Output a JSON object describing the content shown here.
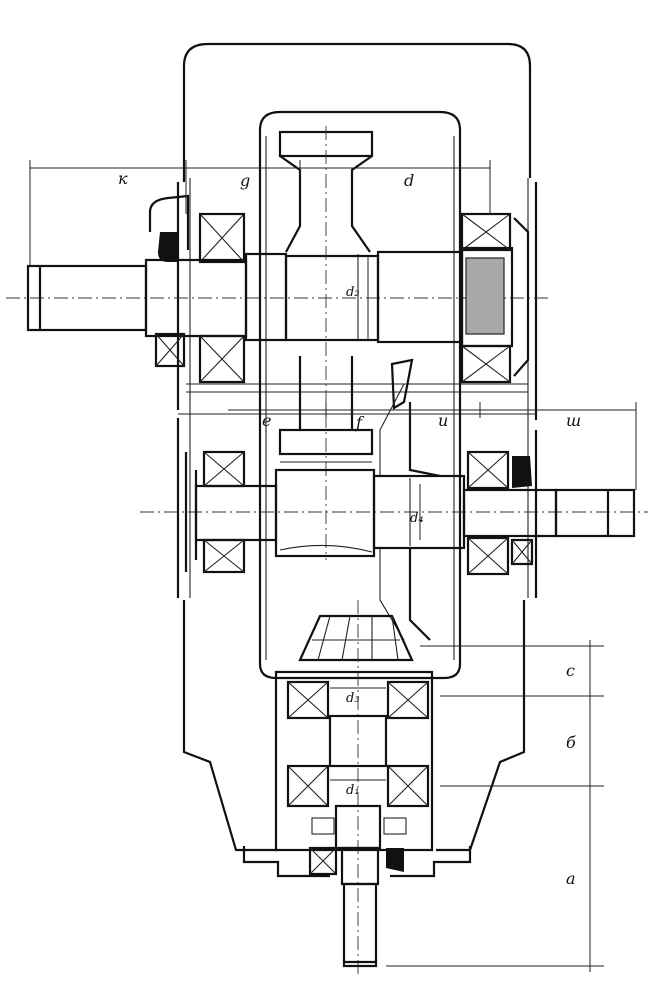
{
  "labels": {
    "k": "к",
    "g": "g",
    "d": "d",
    "e": "е",
    "f": "f",
    "i": "и",
    "sh": "ш",
    "d1": "d₁",
    "d2": "d₂",
    "d3": "d₃",
    "d4": "d₄",
    "a": "a",
    "b": "б",
    "c": "c"
  },
  "colors": {
    "line": "#111111",
    "background": "#ffffff",
    "hatch": "#a9a9a9"
  }
}
